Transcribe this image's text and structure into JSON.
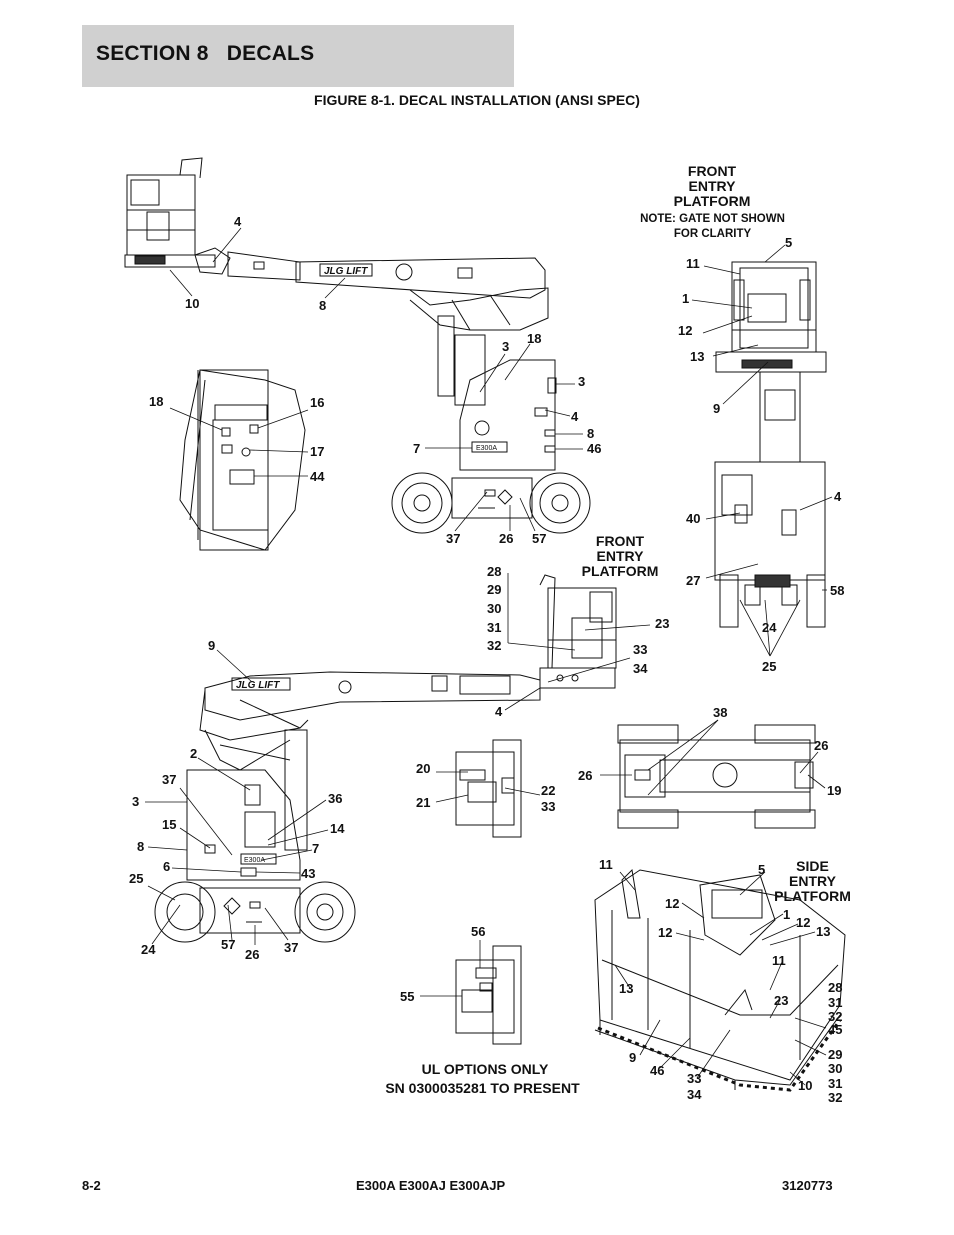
{
  "header": {
    "section_title": "SECTION 8   DECALS",
    "figure_title": "FIGURE 8-1. DECAL INSTALLATION (ANSI SPEC)"
  },
  "labels": {
    "front_entry_1_a": "FRONT",
    "front_entry_1_b": "ENTRY",
    "front_entry_1_c": "PLATFORM",
    "gate_note_a": "NOTE: GATE NOT SHOWN",
    "gate_note_b": "FOR CLARITY",
    "front_entry_2_a": "FRONT",
    "front_entry_2_b": "ENTRY",
    "front_entry_2_c": "PLATFORM",
    "side_entry_a": "SIDE",
    "side_entry_b": "ENTRY",
    "side_entry_c": "PLATFORM",
    "ul_options": "UL OPTIONS ONLY",
    "sn_range": "SN 0300035281 TO PRESENT"
  },
  "decal_text": {
    "model_plate": "E300A",
    "brand_mark": "JLG LIFT"
  },
  "callouts": {
    "c4a": "4",
    "c10a": "10",
    "c8a": "8",
    "c18a": "18",
    "c3a": "3",
    "c3b": "3",
    "c4b": "4",
    "c8b": "8",
    "c46a": "46",
    "c7a": "7",
    "c37a": "37",
    "c26a": "26",
    "c57a": "57",
    "c18b": "18",
    "c16": "16",
    "c17": "17",
    "c44": "44",
    "c5a": "5",
    "c11a": "11",
    "c1a": "1",
    "c12a": "12",
    "c13a": "13",
    "c9a": "9",
    "c4c": "4",
    "c40": "40",
    "c27": "27",
    "c58": "58",
    "c24a": "24",
    "c25a": "25",
    "c28a": "28",
    "c29a": "29",
    "c30a": "30",
    "c31a": "31",
    "c32a": "32",
    "c23a": "23",
    "c33a": "33",
    "c34a": "34",
    "c9b": "9",
    "c4d": "4",
    "c2": "2",
    "c37b": "37",
    "c3c": "3",
    "c15": "15",
    "c8c": "8",
    "c6": "6",
    "c25b": "25",
    "c24b": "24",
    "c57b": "57",
    "c26b": "26",
    "c37c": "37",
    "c36": "36",
    "c14": "14",
    "c7b": "7",
    "c43": "43",
    "c20": "20",
    "c21": "21",
    "c22": "22",
    "c33b": "33",
    "c38": "38",
    "c26c": "26",
    "c26d": "26",
    "c19": "19",
    "c56": "56",
    "c55": "55",
    "c11b": "11",
    "c5b": "5",
    "c12b": "12",
    "c12c": "12",
    "c12d": "12",
    "c1b": "1",
    "c13b": "13",
    "c11c": "11",
    "c13c": "13",
    "c23b": "23",
    "c28b": "28",
    "c31b": "31",
    "c32b": "32",
    "c45": "45",
    "c29b": "29",
    "c30b": "30",
    "c31c": "31",
    "c32c": "32",
    "c9c": "9",
    "c46b": "46",
    "c33c": "33",
    "c34b": "34",
    "c10b": "10"
  },
  "footer": {
    "page_number": "8-2",
    "model": "E300A E300AJ E300AJP",
    "part_number": "3120773"
  }
}
